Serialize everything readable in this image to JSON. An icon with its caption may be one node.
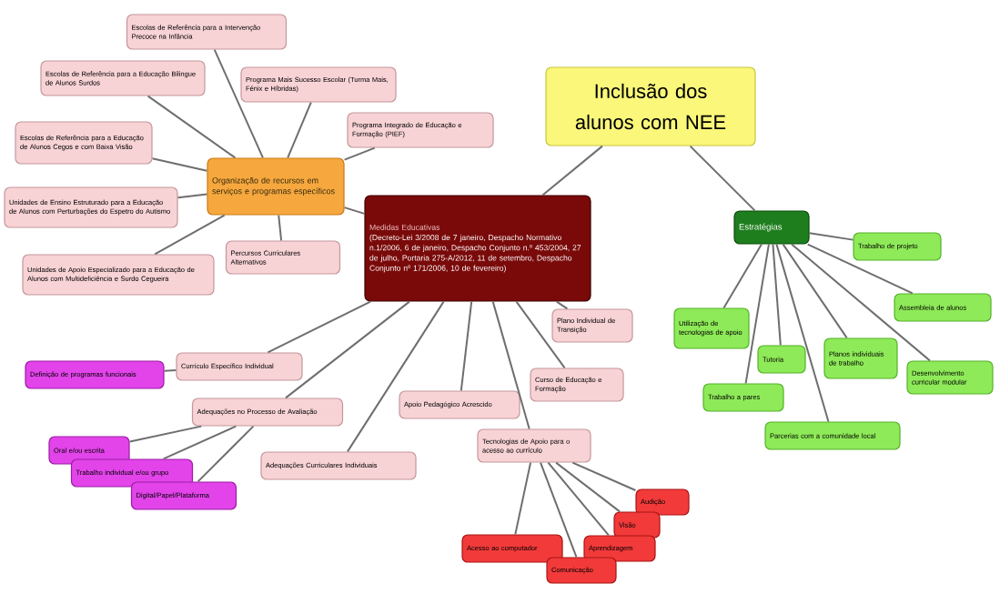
{
  "diagram": {
    "nodes": [
      {
        "text": [
          "Inclusão dos alunos com NEE"
        ]
      },
      {
        "text": [
          "Medidas Educativas",
          "(Decreto-Lei 3/2008 de 7 janeiro, Despacho Normativo n.1/2006, 6 de janeiro, Despacho Conjunto n.º 453/2004, 27 de julho, Portaria 275-A/2012, 11 de setembro, Despacho Conjunto nº 171/2006, 10 de fevereiro)"
        ]
      },
      {
        "text": [
          "Estratégias"
        ]
      },
      {
        "text": [
          "Organização de recursos em serviços e programas específicos"
        ]
      },
      {
        "text": [
          "Escolas de Referência para a Intervenção Precoce na Infância"
        ]
      },
      {
        "text": [
          "Escolas de Referência para a Educação Bilingue de Alunos Surdos"
        ]
      },
      {
        "text": [
          "Programa Mais Sucesso Escolar (Turma Mais, Fénix e Híbridas)"
        ]
      },
      {
        "text": [
          "Escolas de Referência para a Educação de Alunos Cegos e com Baixa Visão"
        ]
      },
      {
        "text": [
          "Programa Integrado de Educação e Formação (PIEF)"
        ]
      },
      {
        "text": [
          "Unidades de Ensino Estruturado para a Educação de Alunos com Perturbações do Espetro do Autismo"
        ]
      },
      {
        "text": [
          "Percursos Curriculares Alternativos"
        ]
      },
      {
        "text": [
          "Unidades de Apoio Especializado para a Educação de Alunos com Multideficiência e Surdo Cegueira"
        ]
      },
      {
        "text": [
          "Plano Individual de Transição"
        ]
      },
      {
        "text": [
          "Currículo Específico Individual"
        ]
      },
      {
        "text": [
          "Definição de programas funcionais"
        ]
      },
      {
        "text": [
          "Curso de Educação e Formação"
        ]
      },
      {
        "text": [
          "Apoio Pedagógico Acrescido"
        ]
      },
      {
        "text": [
          "Adequações no Processo de Avaliação"
        ]
      },
      {
        "text": [
          "Tecnologias de Apoio para o acesso ao currículo"
        ]
      },
      {
        "text": [
          "Oral e/ou escrita"
        ]
      },
      {
        "text": [
          "Trabalho individual e/ou grupo"
        ]
      },
      {
        "text": [
          "Digital/Papel/Plataforma"
        ]
      },
      {
        "text": [
          "Adequações Curriculares Individuais"
        ]
      },
      {
        "text": [
          "Audição"
        ]
      },
      {
        "text": [
          "Visão"
        ]
      },
      {
        "text": [
          "Acesso ao computador"
        ]
      },
      {
        "text": [
          "Aprendizagem"
        ]
      },
      {
        "text": [
          "Comunicação"
        ]
      },
      {
        "text": [
          "Trabalho de projeto"
        ]
      },
      {
        "text": [
          "Assembleia de alunos"
        ]
      },
      {
        "text": [
          "Utilização de tecnologias de apoio"
        ]
      },
      {
        "text": [
          "Tutoria"
        ]
      },
      {
        "text": [
          "Planos individuais de trabalho"
        ]
      },
      {
        "text": [
          "Desenvolvimento curricular modular"
        ]
      },
      {
        "text": [
          "Trabalho a pares"
        ]
      },
      {
        "text": [
          "Parcerias com a comunidade local"
        ]
      }
    ],
    "edges": [
      {
        "from": 0,
        "to": 1,
        "arrow": "none"
      },
      {
        "from": 0,
        "to": 2,
        "arrow": "none"
      },
      {
        "from": 1,
        "to": 3,
        "arrow": "none"
      },
      {
        "from": 3,
        "to": 4,
        "arrow": "none"
      },
      {
        "from": 3,
        "to": 5,
        "arrow": "none"
      },
      {
        "from": 3,
        "to": 6,
        "arrow": "none"
      },
      {
        "from": 3,
        "to": 7,
        "arrow": "none"
      },
      {
        "from": 3,
        "to": 8,
        "arrow": "none"
      },
      {
        "from": 3,
        "to": 9,
        "arrow": "none"
      },
      {
        "from": 3,
        "to": 10,
        "arrow": "none"
      },
      {
        "from": 3,
        "to": 11,
        "arrow": "none"
      },
      {
        "from": 1,
        "to": 12,
        "arrow": "none"
      },
      {
        "from": 1,
        "to": 13,
        "arrow": "none"
      },
      {
        "from": 13,
        "to": 14,
        "arrow": "none"
      },
      {
        "from": 1,
        "to": 15,
        "arrow": "none"
      },
      {
        "from": 1,
        "to": 16,
        "arrow": "none"
      },
      {
        "from": 1,
        "to": 17,
        "arrow": "none"
      },
      {
        "from": 1,
        "to": 18,
        "arrow": "none"
      },
      {
        "from": 17,
        "to": 19,
        "arrow": "none"
      },
      {
        "from": 17,
        "to": 20,
        "arrow": "none"
      },
      {
        "from": 17,
        "to": 21,
        "arrow": "none"
      },
      {
        "from": 1,
        "to": 22,
        "arrow": "none"
      },
      {
        "from": 18,
        "to": 23,
        "arrow": "none"
      },
      {
        "from": 18,
        "to": 24,
        "arrow": "none"
      },
      {
        "from": 18,
        "to": 25,
        "arrow": "none"
      },
      {
        "from": 18,
        "to": 26,
        "arrow": "none"
      },
      {
        "from": 18,
        "to": 27,
        "arrow": "none"
      },
      {
        "from": 2,
        "to": 28,
        "arrow": "none"
      },
      {
        "from": 2,
        "to": 29,
        "arrow": "none"
      },
      {
        "from": 2,
        "to": 30,
        "arrow": "none"
      },
      {
        "from": 2,
        "to": 31,
        "arrow": "none"
      },
      {
        "from": 2,
        "to": 32,
        "arrow": "none"
      },
      {
        "from": 2,
        "to": 33,
        "arrow": "none"
      },
      {
        "from": 2,
        "to": 34,
        "arrow": "none"
      },
      {
        "from": 2,
        "to": 35,
        "arrow": "none"
      }
    ]
  }
}
